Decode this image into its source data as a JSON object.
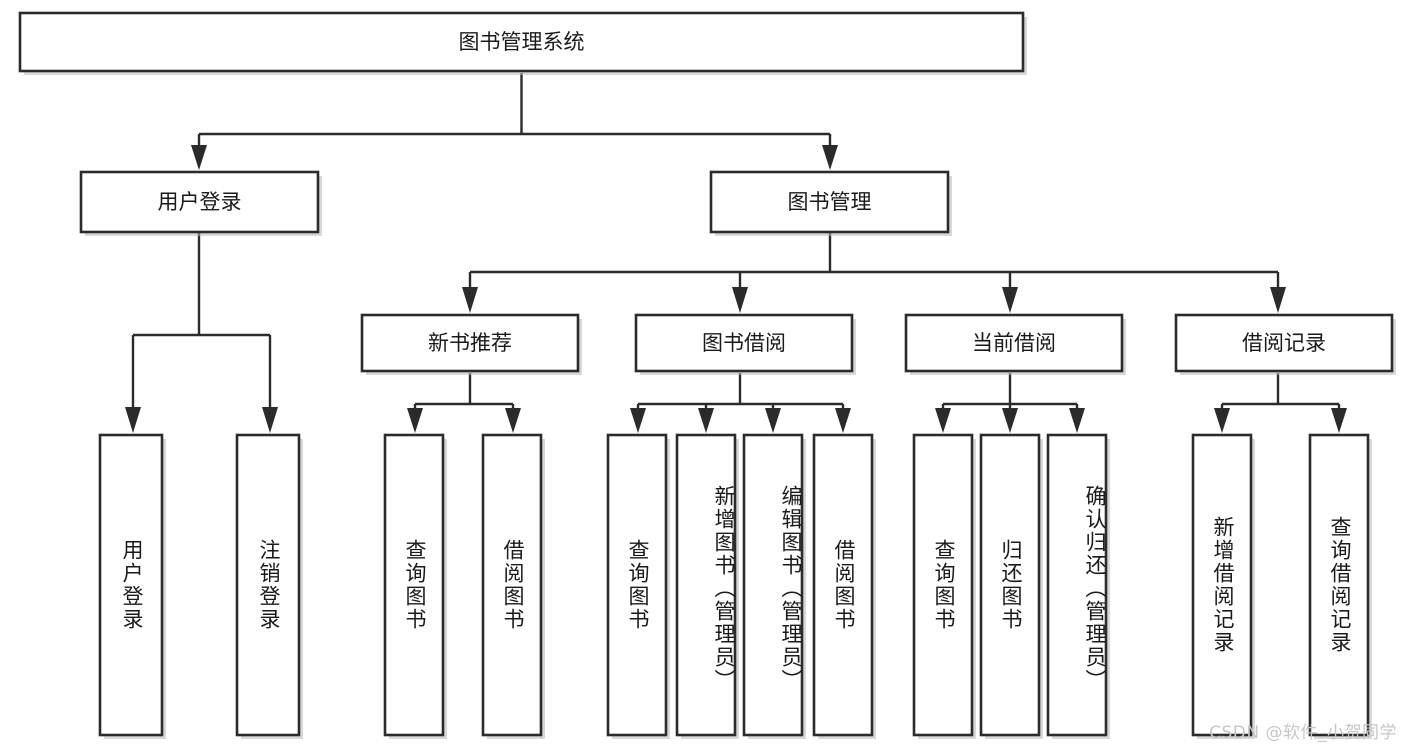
{
  "diagram": {
    "title_node": {
      "label": "图书管理系统"
    },
    "level2": [
      {
        "id": "user-login",
        "label": "用户登录"
      },
      {
        "id": "book-management",
        "label": "图书管理"
      }
    ],
    "level3": [
      {
        "id": "new-book-recommend",
        "label": "新书推荐"
      },
      {
        "id": "book-borrow",
        "label": "图书借阅"
      },
      {
        "id": "current-borrow",
        "label": "当前借阅"
      },
      {
        "id": "borrow-record",
        "label": "借阅记录"
      }
    ],
    "leaves": [
      {
        "id": "leaf-user-login",
        "label": "用户登录",
        "parent": "user-login"
      },
      {
        "id": "leaf-logout",
        "label": "注销登录",
        "parent": "user-login"
      },
      {
        "id": "leaf-query-book-1",
        "label": "查询图书",
        "parent": "new-book-recommend"
      },
      {
        "id": "leaf-borrow-book-1",
        "label": "借阅图书",
        "parent": "new-book-recommend"
      },
      {
        "id": "leaf-query-book-2",
        "label": "查询图书",
        "parent": "book-borrow"
      },
      {
        "id": "leaf-add-book",
        "label": "新增图书（管理员）",
        "parent": "book-borrow"
      },
      {
        "id": "leaf-edit-book",
        "label": "编辑图书（管理员）",
        "parent": "book-borrow"
      },
      {
        "id": "leaf-borrow-book-2",
        "label": "借阅图书",
        "parent": "book-borrow"
      },
      {
        "id": "leaf-query-book-3",
        "label": "查询图书",
        "parent": "current-borrow"
      },
      {
        "id": "leaf-return-book",
        "label": "归还图书",
        "parent": "current-borrow"
      },
      {
        "id": "leaf-confirm-return",
        "label": "确认归还（管理员）",
        "parent": "current-borrow"
      },
      {
        "id": "leaf-add-record",
        "label": "新增借阅记录",
        "parent": "borrow-record"
      },
      {
        "id": "leaf-query-record",
        "label": "查询借阅记录",
        "parent": "borrow-record"
      }
    ],
    "colors": {
      "stroke": "#2b2b2b",
      "fill": "#ffffff",
      "text": "#1a1a1a",
      "watermark": "#c7c7c7"
    }
  },
  "watermark": {
    "text": "CSDN @软件_小贺同学"
  }
}
